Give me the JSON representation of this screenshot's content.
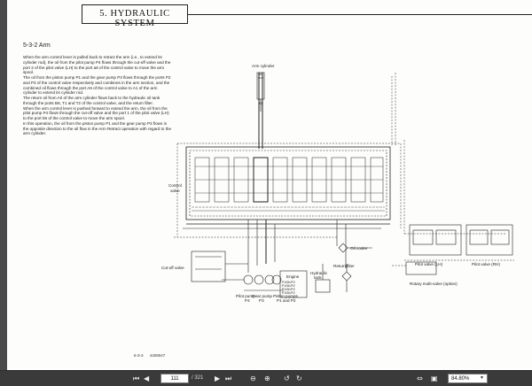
{
  "document": {
    "chapter_title": "5. HYDRAULIC SYSTEM",
    "section_title": "5-3-2  Arm",
    "paragraphs": [
      "When the arm control lever is pulled back to retract the arm (i.e., to extend its cylinder rod), the oil from the pilot pump P4 flows through the cut-off valve and the port 2 of the pilot valve (LH) to the port a6 of the control valve to move the arm spool.",
      "The oil from the piston pump P1 and the gear pump P3 flows through the ports P2 and P3 of the control valve respectively and combines in the arm section, and the combined oil flows through the port A6 of the control valve to A1 of the arm cylinder to extend its cylinder rod.",
      "The return oil from A0 of the arm cylinder flows back to the hydraulic oil tank through the ports B6, T1 and T2 of the control valve, and the return filter.",
      "When the arm control lever is pushed forward to extend the arm, the oil from the pilot pump P4 flows through the cut-off valve and the port 1 of the pilot valve (LH) to the port b6 of the control valve to move the arm spool.",
      "In this operation, the oil from the piston pump P1 and the gear pump P3 flows in the opposite direction to the oil flow in the Arm Retract operation with regard to the arm cylinder."
    ],
    "footer_page": "5-3-3",
    "footer_code": "4409047"
  },
  "diagram": {
    "arm_cylinder": "Arm cylinder",
    "a0": "A0",
    "a1": "A1",
    "control_valve": "Control\nvalve",
    "cut_off_valve": "Cut-off valve",
    "engine": "Engine",
    "engine_specs": [
      "P1/SK/P2",
      "P1/SK/P2",
      "P1/SK/P2",
      "P1/SK/P2"
    ],
    "oil_cooler": "Oil cooler",
    "hydraulic_tank": "Hydraulic\ntank",
    "return_filter": "Return filter",
    "pilot_valve_lh": "Pilot valve (LH)",
    "pilot_valve_rh": "Pilot valve (RH)",
    "rotary_multi_valve": "Rotary multi-valve (option)",
    "pilot_pump": "Pilot pump\nP4",
    "gear_pump": "Gear pump\nP3",
    "piston_pumps": "Piston pumps\nP1 and P2"
  },
  "viewer": {
    "page_current": "111",
    "page_total": "/ 321",
    "zoom": "84.80%",
    "icons": [
      "first-page-icon",
      "prev-page-icon",
      "next-page-icon",
      "last-page-icon",
      "zoom-out-icon",
      "zoom-in-icon",
      "rotate-ccw-icon",
      "rotate-cw-icon",
      "fit-width-icon",
      "fit-page-icon"
    ]
  }
}
